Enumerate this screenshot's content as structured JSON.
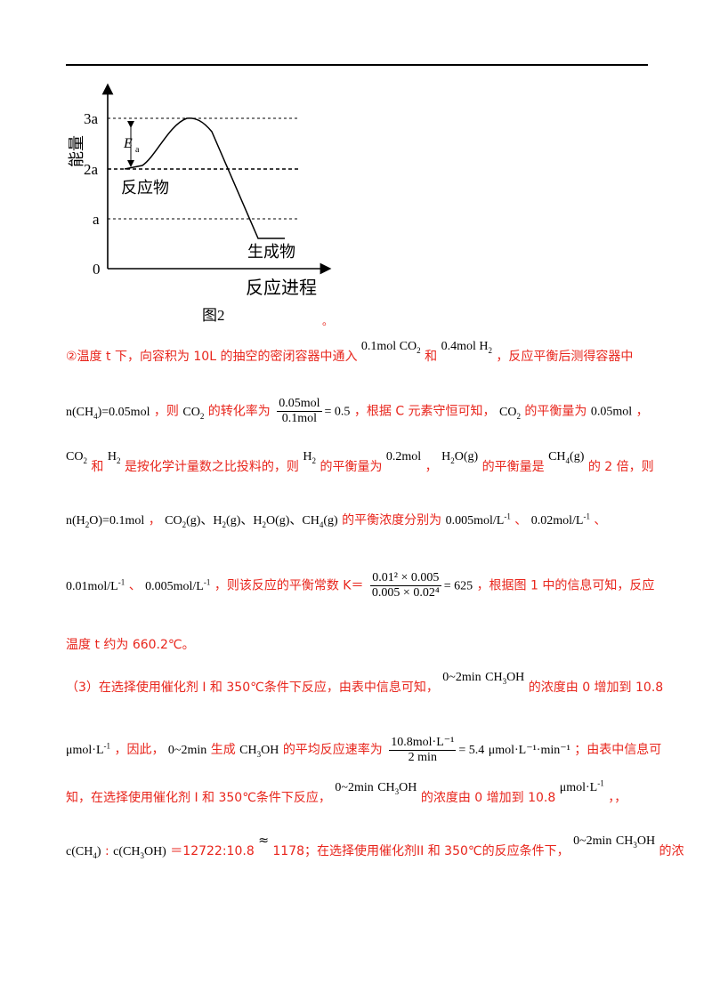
{
  "figure": {
    "caption": "图2",
    "y_axis_label": "能量",
    "x_axis_label": "反应进程",
    "ticks": [
      "3a",
      "2a",
      "a",
      "0"
    ],
    "ea_label": "E",
    "ea_sub": "a",
    "reactant_label": "反应物",
    "product_label": "生成物",
    "trailing_mark": "。"
  },
  "lines": {
    "l1": {
      "a": "②温度 t 下，向容积为 10L 的抽空的密闭容器中通入",
      "f1": "0.1mol CO",
      "f1sub": "2",
      "b": "和",
      "f2": "0.4mol H",
      "f2sub": "2",
      "c": "，反应平衡后测得容器中"
    },
    "l2": {
      "f1": "n(CH",
      "f1sub": "4",
      "f1end": ")=0.05mol",
      "a": "，则",
      "f2": "CO",
      "f2sub": "2",
      "b": "的转化率为",
      "num": "0.05mol",
      "den": "0.1mol",
      "eq": "= 0.5",
      "c": "，根据 C 元素守恒可知，",
      "f3": "CO",
      "f3sub": "2",
      "d": "的平衡量为",
      "f4": "0.05mol",
      "e": "，"
    },
    "l3": {
      "f1": "CO",
      "f1sub": "2",
      "a": "和",
      "f2": "H",
      "f2sub": "2",
      "b": "是按化学计量数之比投料的，则",
      "f3": "H",
      "f3sub": "2",
      "c": "的平衡量为",
      "f4": "0.2mol",
      "d": "，",
      "f5": "H",
      "f5sub": "2",
      "f5end": "O(g)",
      "e": "的平衡量是",
      "f6": "CH",
      "f6sub": "4",
      "f6end": "(g)",
      "f": "的 2 倍，则"
    },
    "l4": {
      "f1": "n(H",
      "f1sub": "2",
      "f1end": "O)=0.1mol",
      "a": "，",
      "f2": "CO",
      "f2sub": "2",
      "f2end": "(g)、H",
      "f2sub2": "2",
      "f2end2": "(g)、H",
      "f2sub3": "2",
      "f2end3": "O(g)、CH",
      "f2sub4": "4",
      "f2end4": "(g)",
      "b": "的平衡浓度分别为",
      "f3": "0.005mol/L",
      "f3sup": "-1",
      "c": "、",
      "f4": "0.02mol/L",
      "f4sup": "-1",
      "d": "、"
    },
    "l5": {
      "f1": "0.01mol/L",
      "f1sup": "-1",
      "a": "、",
      "f2": "0.005mol/L",
      "f2sup": "-1",
      "b": "，则该反应的平衡常数 K＝",
      "num": "0.01² × 0.005",
      "den": "0.005 × 0.02⁴",
      "eq": "= 625",
      "c": "，根据图 1 中的信息可知，反应"
    },
    "l6": {
      "a": "温度 t 约为 660.2℃。"
    },
    "l7": {
      "a": "（3）在选择使用催化剂 I 和 350℃条件下反应，由表中信息可知，",
      "f1": "0~2min",
      "f2": "CH",
      "f2sub": "3",
      "f2end": "OH",
      "b": "的浓度由 0 增加到 10.8"
    },
    "l8": {
      "f1": "μmol·L",
      "f1sup": "-1",
      "a": "，因此，",
      "f2": "0~2min",
      "b": "生成",
      "f3": "CH",
      "f3sub": "3",
      "f3end": "OH",
      "c": "的平均反应速率为",
      "num": "10.8mol·L⁻¹",
      "den": "2 min",
      "eq": "= 5.4",
      "f4": "μmol·L⁻¹·min⁻¹",
      "d": "；由表中信息可"
    },
    "l9": {
      "a": "知，在选择使用催化剂 I 和 350℃条件下反应，",
      "f1": "0~2min",
      "f2": "CH",
      "f2sub": "3",
      "f2end": "OH",
      "b": "的浓度由 0 增加到 10.8",
      "f3": "μmol·L",
      "f3sup": "-1",
      "c": "，，"
    },
    "l10": {
      "f1": "c(CH",
      "f1sub": "4",
      "f1end": ")",
      "a": ":",
      "f2": "c(CH",
      "f2sub": "3",
      "f2end": "OH)",
      "b": "＝12722:10.8",
      "approx": "≈",
      "c": "1178；在选择使用催化剂II 和 350℃的反应条件下，",
      "f3": "0~2min",
      "f4": "CH",
      "f4sub": "3",
      "f4end": "OH",
      "d": "的浓"
    }
  }
}
